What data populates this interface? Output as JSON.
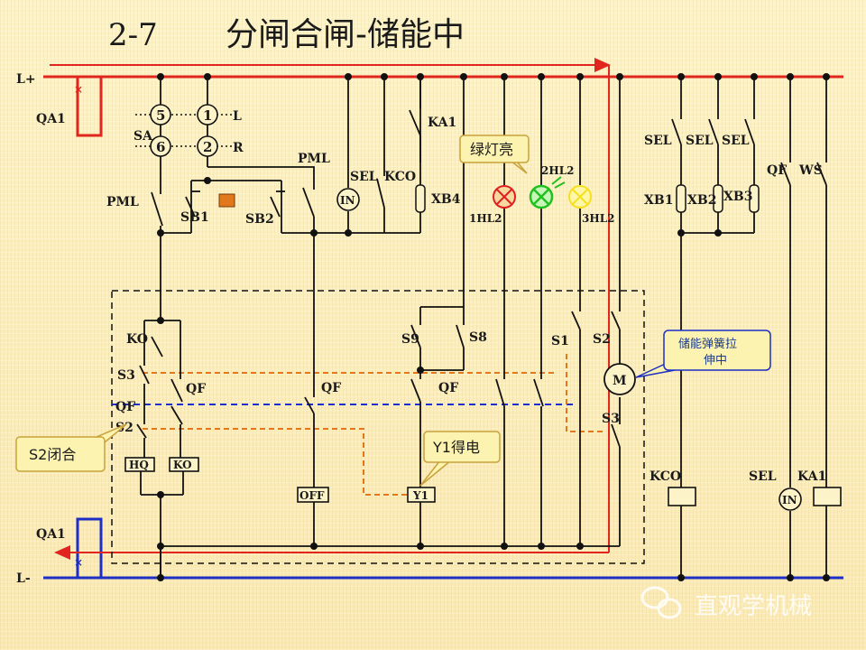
{
  "title": {
    "number": "2-7",
    "text": "分闸合闸-储能中"
  },
  "rails": {
    "positive": "L+",
    "negative": "L-",
    "breaker_top": "QA1",
    "breaker_bottom": "QA1"
  },
  "labels": {
    "sa": "SA",
    "sa_l": "L",
    "sa_r": "R",
    "sa_n5": "5",
    "sa_n1": "1",
    "sa_n6": "6",
    "sa_n2": "2",
    "pml_top": "PML",
    "pml_left": "PML",
    "sb1": "SB1",
    "sb2": "SB2",
    "ka1_top": "KA1",
    "sel_mid": "SEL",
    "kco_mid": "KCO",
    "in_mid": "IN",
    "xb4": "XB4",
    "hl1": "1HL2",
    "hl2": "2HL2",
    "hl3": "3HL2",
    "sel1": "SEL",
    "sel2": "SEL",
    "sel3": "SEL",
    "xb1": "XB1",
    "xb2": "XB2",
    "xb3": "XB3",
    "qf_right": "QF",
    "ws": "WS",
    "ko": "KO",
    "s3_left": "S3",
    "qf_left": "QF",
    "qf_left2": "QF",
    "s2_left": "S2",
    "hq": "HQ",
    "ko_box": "KO",
    "qf_mid": "QF",
    "off": "OFF",
    "s9": "S9",
    "s8": "S8",
    "qf_y": "QF",
    "y1": "Y1",
    "s1": "S1",
    "s2_right": "S2",
    "m": "M",
    "s3_right": "S3",
    "kco_bottom": "KCO",
    "sel_bottom": "SEL",
    "in_bottom": "IN",
    "ka1_bottom": "KA1"
  },
  "callouts": {
    "green_light": "绿灯亮",
    "spring": "储能弹簧拉伸中",
    "s2_closed": "S2闭合",
    "y1_energized": "Y1得电"
  },
  "watermark": "直观学机械",
  "colors": {
    "positive_rail": "#e0261e",
    "negative_rail": "#1d2fc4",
    "orange_path": "#e2781c",
    "callout_fill": "#fdf3b0",
    "callout_border": "#c8a23c",
    "red_lamp": "#e02020",
    "green_lamp": "#20c020",
    "yellow_lamp": "#f5e020"
  }
}
